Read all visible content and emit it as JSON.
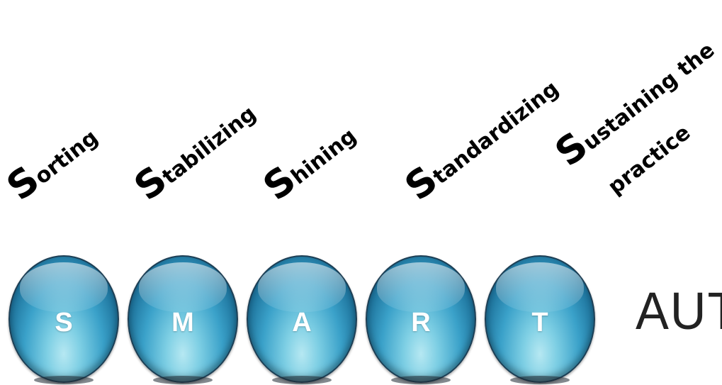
{
  "labels": [
    {
      "first": "S",
      "rest": "orting",
      "line2": ""
    },
    {
      "first": "S",
      "rest": "tabilizing",
      "line2": ""
    },
    {
      "first": "S",
      "rest": "hining",
      "line2": ""
    },
    {
      "first": "S",
      "rest": "tandardizing",
      "line2": ""
    },
    {
      "first": "S",
      "rest": "ustaining the",
      "line2": "practice"
    }
  ],
  "balls": [
    {
      "letter": "S"
    },
    {
      "letter": "M"
    },
    {
      "letter": "A"
    },
    {
      "letter": "R"
    },
    {
      "letter": "T"
    }
  ],
  "side_text": "AUT",
  "colors": {
    "ball_dark": "#0e4a6b",
    "ball_mid": "#3aa1c9",
    "ball_light": "#b6e8f2",
    "letter": "#ffffff",
    "label": "#000000"
  }
}
